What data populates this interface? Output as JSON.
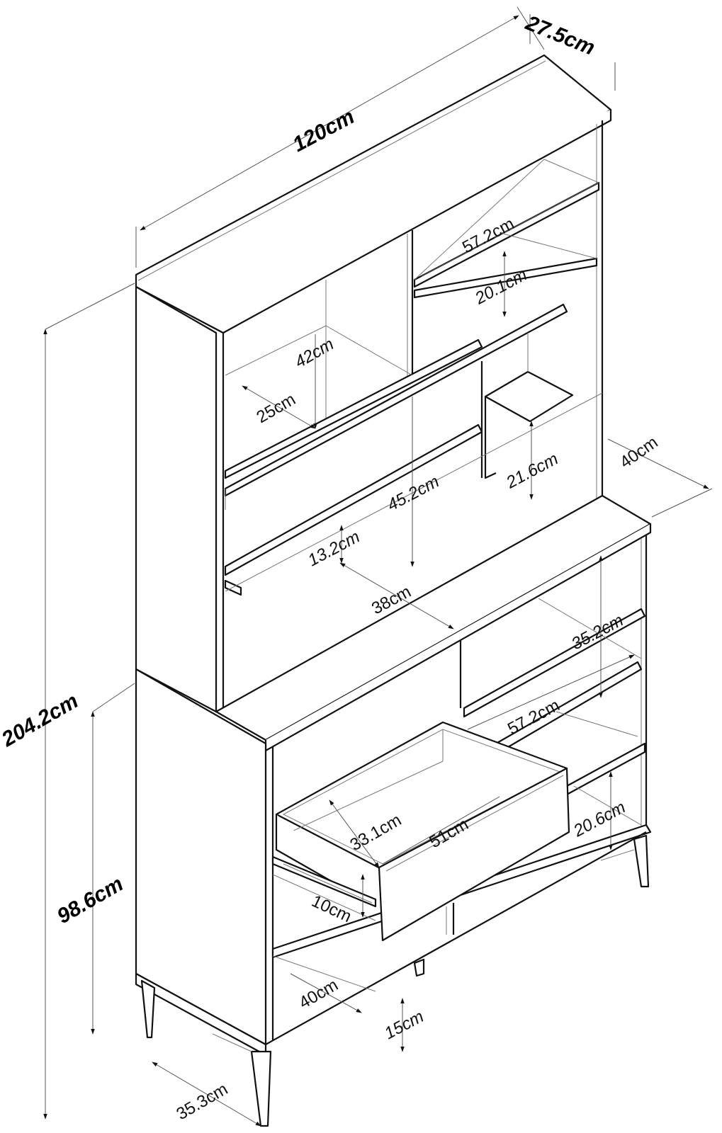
{
  "diagram": {
    "type": "isometric furniture dimension drawing",
    "subject": "kitchen hutch / buffet cabinet with open shelves, one pull-out drawer and tapered legs",
    "units": "cm"
  },
  "dimensions": {
    "overall_width": "120cm",
    "top_depth": "27.5cm",
    "overall_height": "204.2cm",
    "base_height": "98.6cm",
    "base_depth": "40cm",
    "upper_shelf_width": "57.2cm",
    "upper_shelf_height": "20.1cm",
    "upper_left_height": "42cm",
    "upper_left_depth": "25cm",
    "middle_opening_width": "45.2cm",
    "small_shelf_height": "21.6cm",
    "back_panel_height": "13.2cm",
    "counter_depth": "38cm",
    "lower_right_upper_height": "35.2cm",
    "lower_shelf_width": "57.2cm",
    "lower_right_lower_height": "20.6cm",
    "drawer_inner_depth": "33.1cm",
    "drawer_inner_width": "51cm",
    "drawer_height": "10cm",
    "bottom_shelf_depth": "40cm",
    "leg_clearance": "15cm",
    "leg_spacing_depth": "35.3cm"
  }
}
